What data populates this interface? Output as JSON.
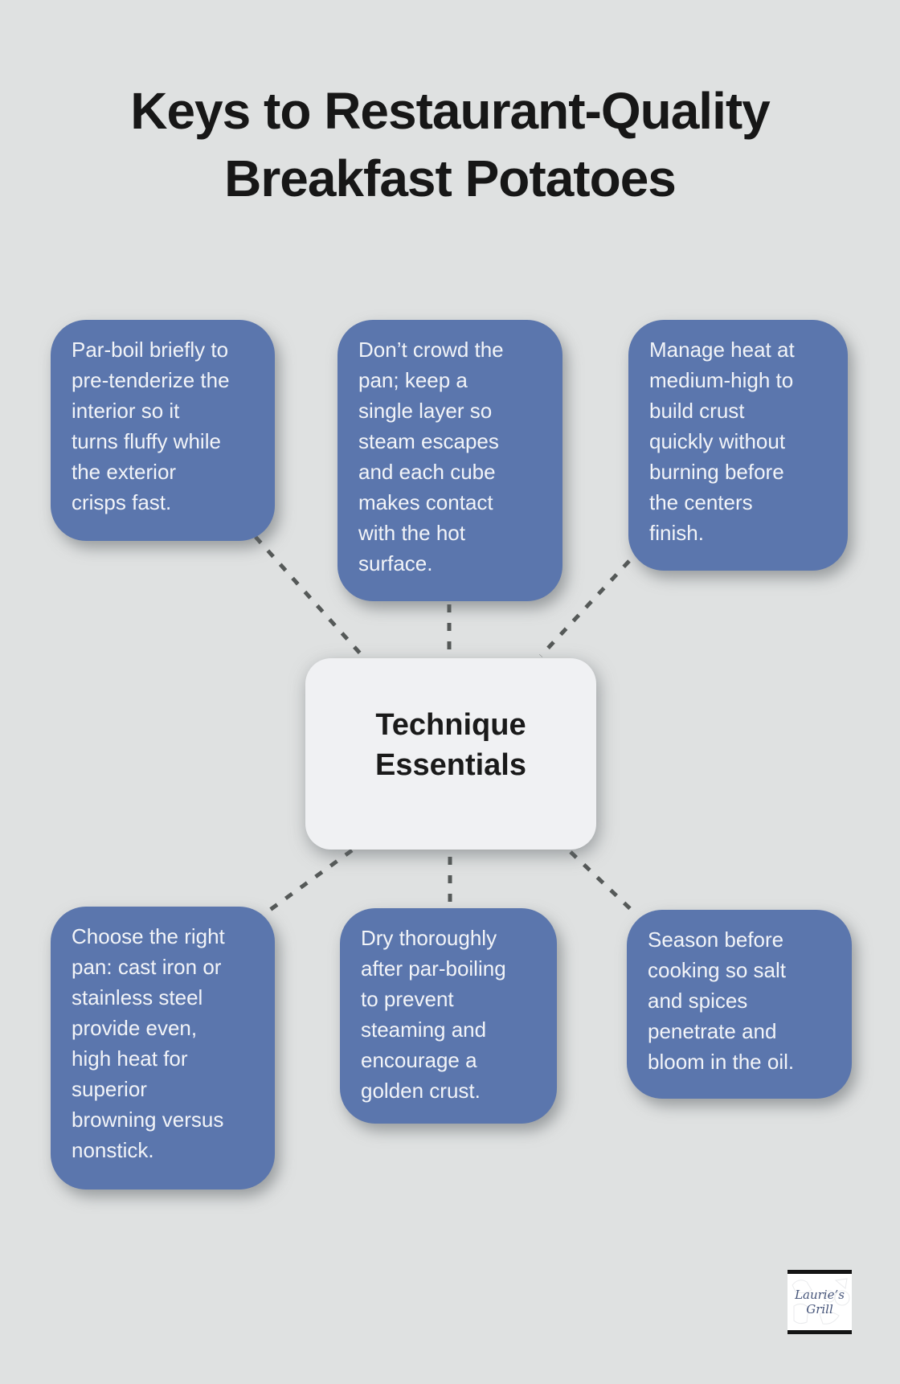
{
  "colors": {
    "background": "#dfe1e1",
    "node_fill": "#5b76ad",
    "node_text": "#f2f4f8",
    "center_fill": "#f0f1f3",
    "center_text": "#1a1a1a",
    "title_text": "#171717",
    "connector": "#555958",
    "logo_bg": "#ffffff",
    "logo_bar": "#141414",
    "logo_text": "#46557a"
  },
  "title": "Keys to Restaurant-Quality\nBreakfast Potatoes",
  "center_label": "Technique\nEssentials",
  "nodes": [
    {
      "id": "top-left",
      "text": "Par-boil briefly to\npre-tenderize the\ninterior so it\nturns fluffy while\nthe exterior\ncrisps fast."
    },
    {
      "id": "top-middle",
      "text": "Don’t crowd the\npan; keep a\nsingle layer so\nsteam escapes\nand each cube\nmakes contact\nwith the hot\nsurface."
    },
    {
      "id": "top-right",
      "text": "Manage heat at\nmedium-high to\nbuild crust\nquickly without\nburning before\nthe centers\nfinish."
    },
    {
      "id": "bottom-left",
      "text": "Choose the right\npan: cast iron or\nstainless steel\nprovide even,\nhigh heat for\nsuperior\nbrowning versus\nnonstick."
    },
    {
      "id": "bottom-middle",
      "text": "Dry thoroughly\nafter par-boiling\nto prevent\nsteaming and\nencourage a\ngolden crust."
    },
    {
      "id": "bottom-right",
      "text": "Season before\ncooking so salt\nand spices\npenetrate and\nbloom in the oil."
    }
  ],
  "logo": {
    "name": "Laurie’s\nGrill"
  }
}
